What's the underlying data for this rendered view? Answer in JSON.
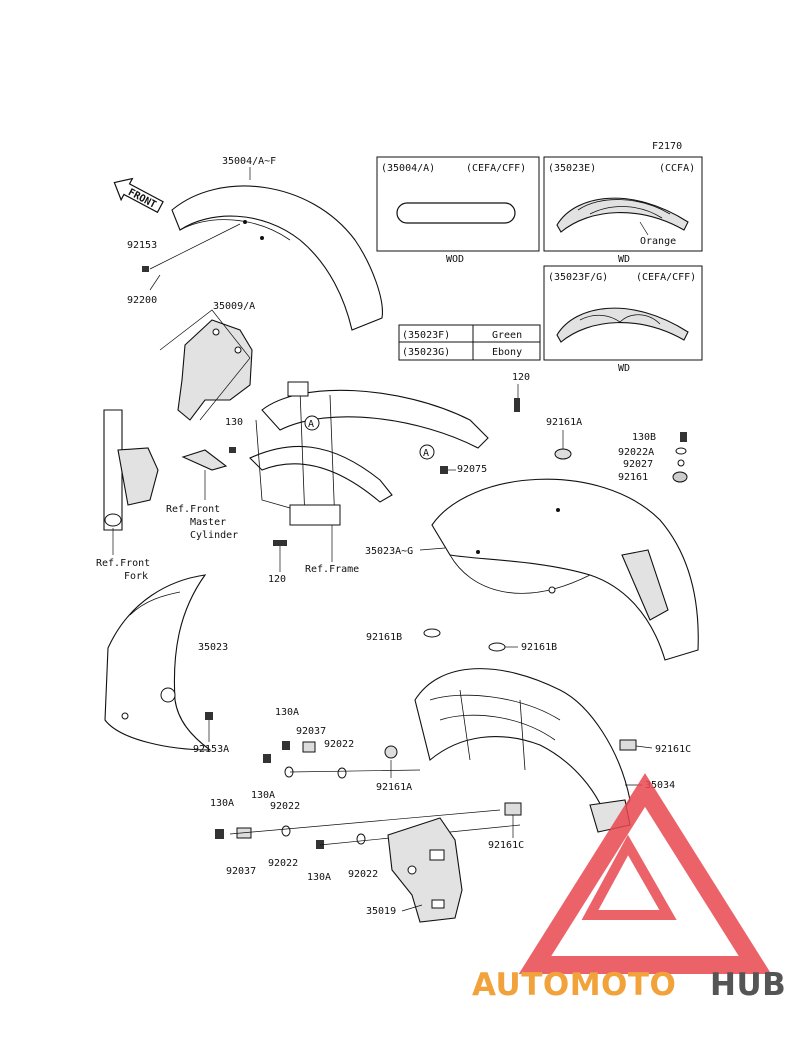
{
  "figure_code": "F2170",
  "front_tag": "FRONT",
  "variants": {
    "a": {
      "header": "(35004/A)",
      "region": "(CEFA/CFF)",
      "caption": "WOD"
    },
    "e": {
      "header": "(35023E)",
      "region": "(CCFA)",
      "color_note": "Orange",
      "caption": "WD"
    },
    "fg": {
      "header": "(35023F/G)",
      "region": "(CEFA/CFF)",
      "caption": "WD"
    }
  },
  "color_table": [
    {
      "code": "(35023F)",
      "color": "Green"
    },
    {
      "code": "(35023G)",
      "color": "Ebony"
    }
  ],
  "labels": {
    "p35004": "35004/A~F",
    "p92153": "92153",
    "p92200": "92200",
    "p35009": "35009/A",
    "p130_a": "130",
    "ref_master1": "Ref.Front",
    "ref_master2": "Master",
    "ref_master3": "Cylinder",
    "ref_fork1": "Ref.Front",
    "ref_fork2": "Fork",
    "p120_top": "120",
    "p120_bottom": "120",
    "ref_frame": "Ref.Frame",
    "circle_a1": "A",
    "circle_a2": "A",
    "p92075": "92075",
    "p92161a_top": "92161A",
    "p130b": "130B",
    "p92022a": "92022A",
    "p92027": "92027",
    "p92161": "92161",
    "p35023ag": "35023A~G",
    "p35023": "35023",
    "p92153a": "92153A",
    "p92161b_left": "92161B",
    "p92161b_right": "92161B",
    "p92161a_bottom": "92161A",
    "p92161c_right": "92161C",
    "p35034": "35034",
    "p92161c_bottom": "92161C",
    "p130a_1": "130A",
    "p92037_1": "92037",
    "p92022_1": "92022",
    "p130a_2": "130A",
    "p92022_2": "92022",
    "p130a_3": "130A",
    "p92037_2": "92037",
    "p92022_3": "92022",
    "p130a_4": "130A",
    "p92022_4": "92022",
    "p35019": "35019"
  },
  "watermark": {
    "part1": "AUTOMOTO",
    "part2": "HUB",
    "color_part1": "#f2a23a",
    "color_part2": "#555555",
    "logo_color": "#e8474f"
  }
}
